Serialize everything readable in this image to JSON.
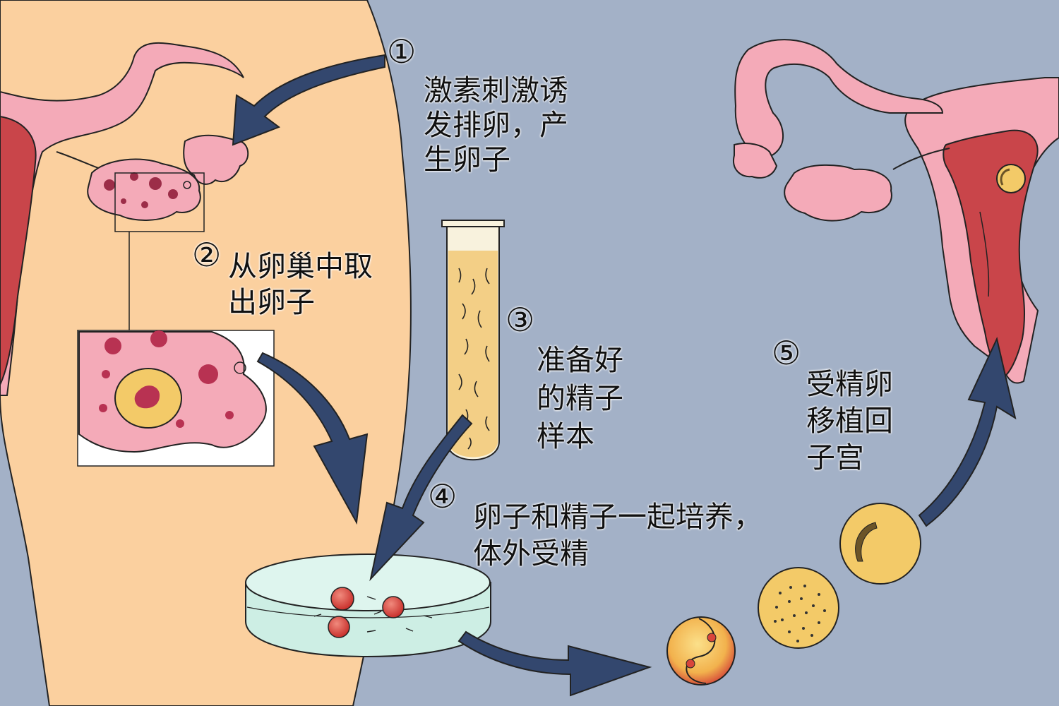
{
  "steps": [
    {
      "number": "①",
      "line1": "激素刺激诱",
      "line2": "发排卵，产",
      "line3": "生卵子"
    },
    {
      "number": "②",
      "line1": "从卵巢中取",
      "line2": "出卵子"
    },
    {
      "number": "③",
      "line1": "准备好",
      "line2": "的精子",
      "line3": "样本"
    },
    {
      "number": "④",
      "line1": "卵子和精子一起培养，",
      "line2": "体外受精"
    },
    {
      "number": "⑤",
      "line1": "受精卵",
      "line2": "移植回",
      "line3": "子宫"
    }
  ],
  "colors": {
    "background": "#a3b1c7",
    "body_skin": "#fbd09f",
    "uterus_pink": "#f4aab8",
    "uterus_red": "#c9454a",
    "arrow": "#33476e",
    "egg_yellow": "#f3ca68",
    "egg_red": "#d9534a",
    "dish": "#cdeee4"
  }
}
